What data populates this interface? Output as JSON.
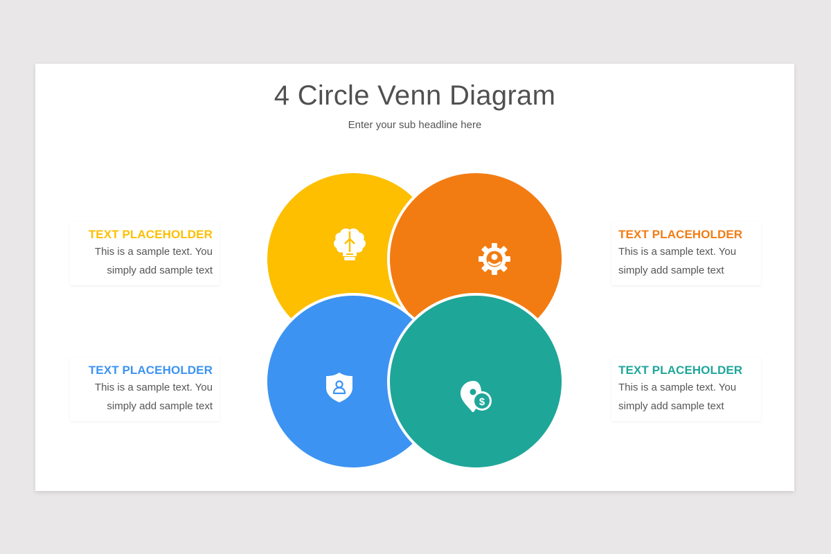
{
  "slide": {
    "title": "4 Circle Venn Diagram",
    "subtitle": "Enter your sub headline here"
  },
  "colors": {
    "yellow": "#fdbf00",
    "orange": "#f27c12",
    "blue": "#3c93f2",
    "teal": "#1ea699",
    "background": "#e9e7e8",
    "text": "#555555"
  },
  "circles": [
    {
      "id": "yellow",
      "color": "#fdbf00",
      "icon": "brain-lightbulb-icon"
    },
    {
      "id": "orange",
      "color": "#f27c12",
      "icon": "gear-user-icon"
    },
    {
      "id": "blue",
      "color": "#3c93f2",
      "icon": "shield-user-icon"
    },
    {
      "id": "teal",
      "color": "#1ea699",
      "icon": "location-dollar-icon"
    }
  ],
  "cards": [
    {
      "title": "TEXT PLACEHOLDER",
      "line1": "This is a sample text. You",
      "line2": "simply add sample text",
      "color": "#fdbf00"
    },
    {
      "title": "TEXT PLACEHOLDER",
      "line1": "This is a sample text. You",
      "line2": "simply add sample text",
      "color": "#f27c12"
    },
    {
      "title": "TEXT PLACEHOLDER",
      "line1": "This is a sample text. You",
      "line2": "simply add sample text",
      "color": "#3c93f2"
    },
    {
      "title": "TEXT PLACEHOLDER",
      "line1": "This is a sample text. You",
      "line2": "simply add sample text",
      "color": "#1ea699"
    }
  ]
}
